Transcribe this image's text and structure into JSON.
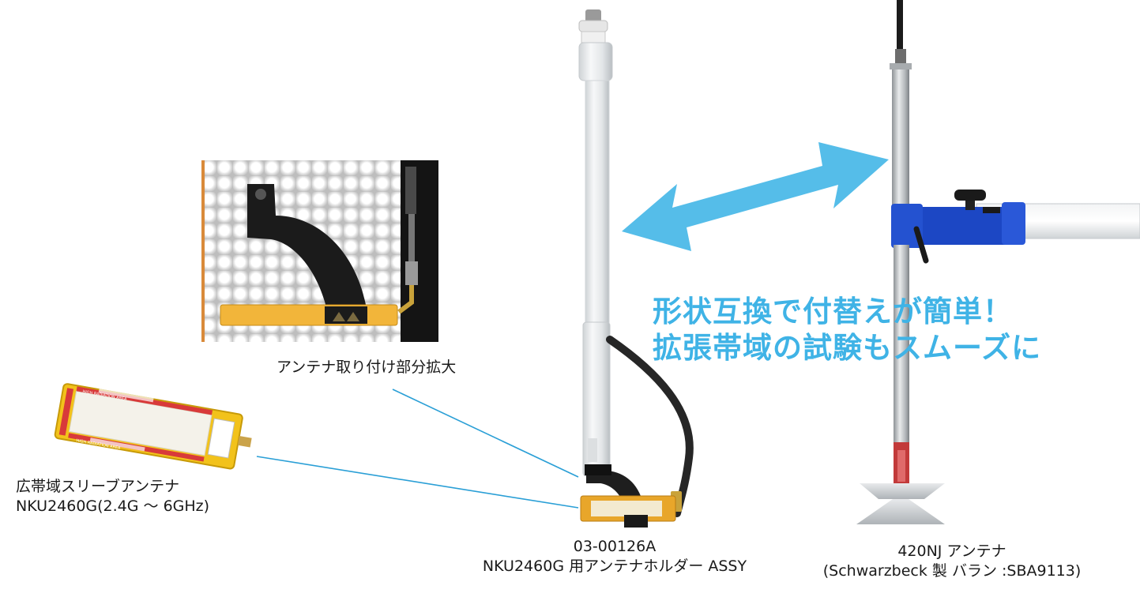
{
  "headline": {
    "line1": "形状互換で付替えが簡単！",
    "line2": "拡張帯域の試験もスムーズに"
  },
  "captions": {
    "zoom": "アンテナ取り付け部分拡大",
    "sleeve_name": "広帯域スリーブアンテナ",
    "sleeve_model": "NKU2460G(2.4G ～ 6GHz)",
    "holder_part": "03-00126A",
    "holder_name": "NKU2460G 用アンテナホルダー ASSY",
    "reference_name": "420NJ アンテナ",
    "reference_detail": "(Schwarzbeck 製 バラン :SBA9113)"
  },
  "board_labels": {
    "top": "HIGH RADIATION AREA",
    "bottom": "HIGH RADIATION AREA"
  },
  "colors": {
    "headline": "#3fb3e6",
    "arrow": "#55bde9",
    "leader_lines": "#2a9fd6",
    "board_yellow": "#f2c21b",
    "holder_orange": "#e8a62a",
    "clamp_blue": "#1c47c4"
  },
  "icons": [
    "double-headed-arrow"
  ]
}
